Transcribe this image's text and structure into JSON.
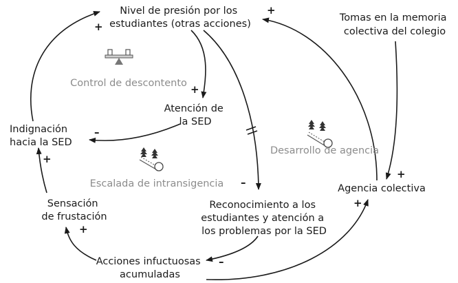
{
  "nodes": {
    "presion": [
      "Nivel de presión por los",
      "estudiantes (otras acciones)"
    ],
    "memoria": [
      "Tomas en la memoria",
      "colectiva del colegio"
    ],
    "atencion": [
      "Atención de",
      "la SED"
    ],
    "indignacion": [
      "Indignación",
      "hacia la SED"
    ],
    "reconocimiento": [
      "Reconocimiento a los",
      "estudiantes y atención a",
      "los problemas por la SED"
    ],
    "agencia": [
      "Agencia colectiva"
    ],
    "frustracion": [
      "Sensación",
      "de frustación"
    ],
    "acciones": [
      "Acciones infuctuosas",
      "acumuladas"
    ]
  },
  "loops": {
    "control": "Control de descontento",
    "desarrollo": "Desarrollo de agencia",
    "escalada": "Escalada de intransigencia"
  },
  "polarities": {
    "indignacion_presion": "+",
    "agencia_presion": "+",
    "presion_atencion": "+",
    "atencion_indignacion": "–",
    "presion_reconocimiento": "–",
    "frustracion_indignacion": "+",
    "memoria_agencia": "+",
    "acciones_agencia": "+",
    "acciones_frustracion": "+",
    "reconocimiento_acciones": "–"
  },
  "icons": {
    "balance": "balance-scale-icon",
    "reinforcing": "snowball-hill-icon"
  }
}
